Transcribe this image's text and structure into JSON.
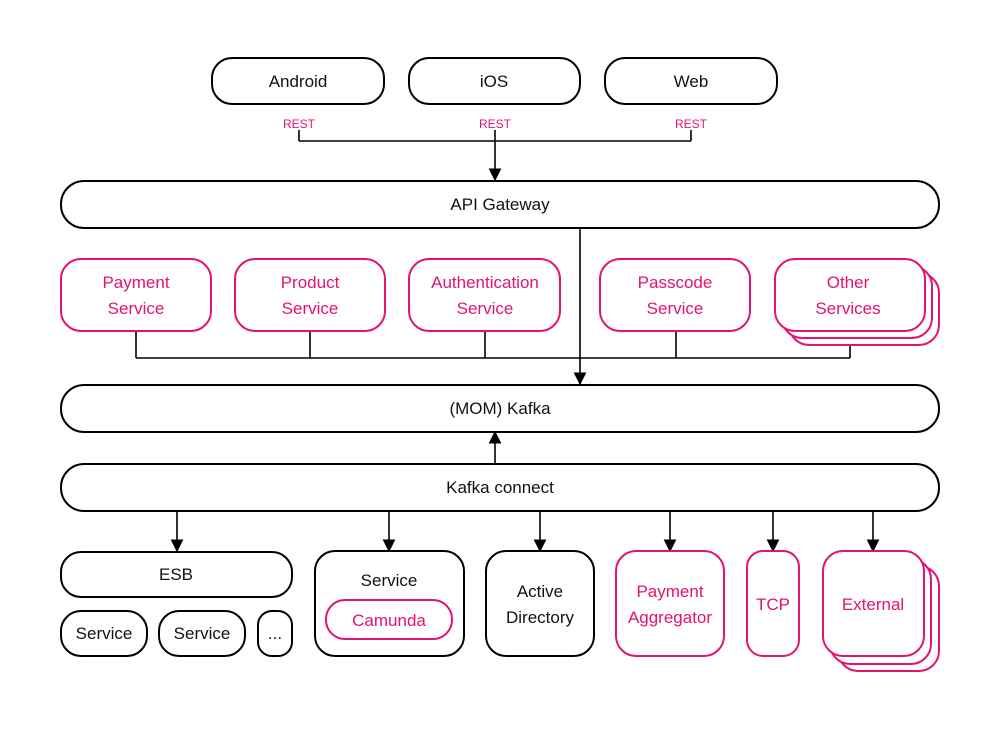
{
  "colors": {
    "primary": "#000000",
    "accent": "#e3136f"
  },
  "clients": {
    "android": "Android",
    "ios": "iOS",
    "web": "Web"
  },
  "protocols": {
    "android": "REST",
    "ios": "REST",
    "web": "REST"
  },
  "gateway": "API Gateway",
  "services": {
    "payment": [
      "Payment",
      "Service"
    ],
    "product": [
      "Product",
      "Service"
    ],
    "authentication": [
      "Authentication",
      "Service"
    ],
    "passcode": [
      "Passcode",
      "Service"
    ],
    "other": [
      "Other",
      "Services"
    ]
  },
  "kafka": "(MOM) Kafka",
  "kafka_connect": "Kafka connect",
  "integrations": {
    "esb": "ESB",
    "esb_children": [
      "Service",
      "Service",
      "..."
    ],
    "service_group": {
      "label": "Service",
      "child": "Camunda"
    },
    "active_directory": [
      "Active",
      "Directory"
    ],
    "payment_aggregator": [
      "Payment",
      "Aggregator"
    ],
    "tcp": "TCP",
    "external": "External"
  }
}
